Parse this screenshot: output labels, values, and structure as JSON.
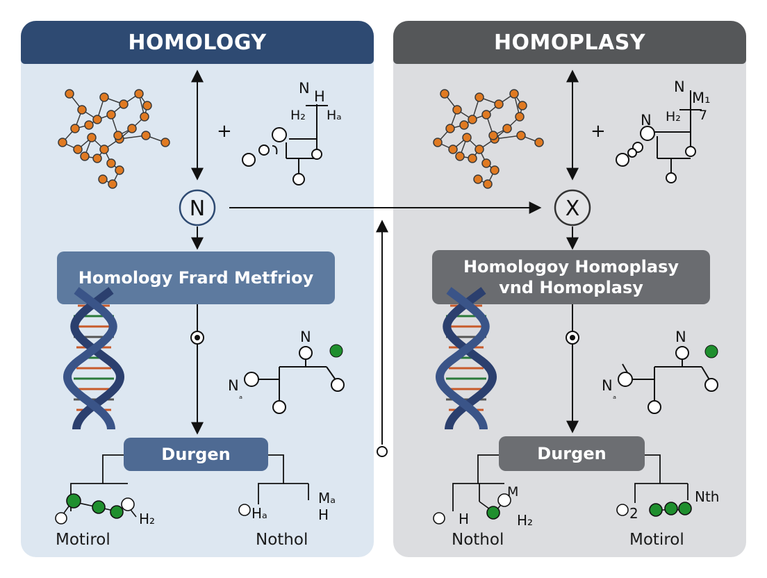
{
  "left_panel": {
    "header": "HOMOLOGY",
    "node_letter": "N",
    "plus": "+",
    "mid_box": "Homology Frard Metfrioy",
    "small_box": "Durgen",
    "top_molecule_labels": [
      "N",
      "H",
      "H₂",
      "Hₐ"
    ],
    "mid_molecule_labels": [
      "N",
      "N",
      "ₐ"
    ],
    "leaf_left_label": "Motirol",
    "leaf_right_label": "Nothol",
    "leaf_left_chem": "H₂",
    "leaf_right_chem": [
      "Hₐ",
      "Mₐ",
      "H"
    ]
  },
  "right_panel": {
    "header": "HOMOPLASY",
    "node_letter": "X",
    "plus": "+",
    "mid_box_line1": "Homologoy Homoplasy",
    "mid_box_line2": "vnd Homoplasy",
    "small_box": "Durgen",
    "top_molecule_labels": [
      "N",
      "M₁",
      "H₂",
      "7",
      "N"
    ],
    "mid_molecule_labels": [
      "N",
      "N",
      "ₐ"
    ],
    "leaf_left_label": "Nothol",
    "leaf_right_label": "Motirol",
    "leaf_left_chem": [
      "M",
      "H",
      "H₂"
    ],
    "leaf_right_chem": [
      "2",
      "Nth"
    ]
  },
  "colors": {
    "left_header": "#2e4a72",
    "right_header": "#555759",
    "orange_atom": "#e07a22",
    "green_atom": "#1f8f2e",
    "dna_blue": "#2b3f6e"
  },
  "icons": [
    "molecule-network-icon",
    "dna-helix-icon",
    "arrow-icon",
    "node-circle-icon"
  ]
}
